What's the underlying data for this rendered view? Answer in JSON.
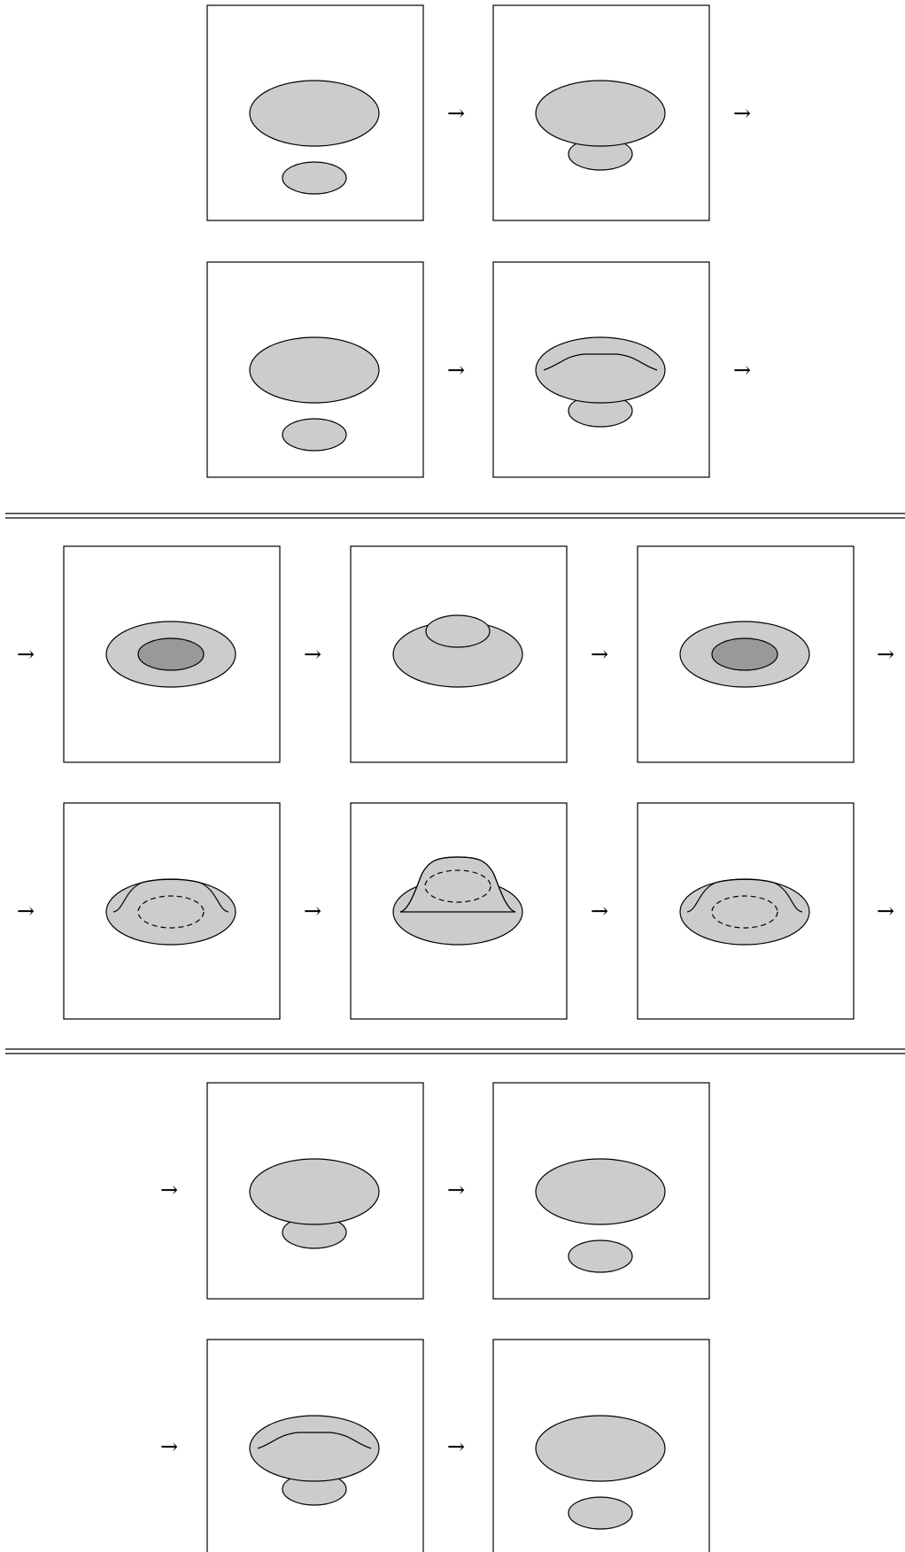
{
  "arrow_glyph": "→",
  "fills": {
    "light": "#cccccc",
    "dark": "#999999",
    "stroke": "#000000"
  },
  "sections": [
    {
      "name": "top",
      "rows": 2,
      "frames_per_row": 2,
      "arrows": "between-and-after"
    },
    {
      "name": "middle",
      "rows": 2,
      "frames_per_row": 3,
      "arrows": "before-between-and-after"
    },
    {
      "name": "bottom",
      "rows": 2,
      "frames_per_row": 2,
      "arrows": "before-and-between"
    }
  ]
}
